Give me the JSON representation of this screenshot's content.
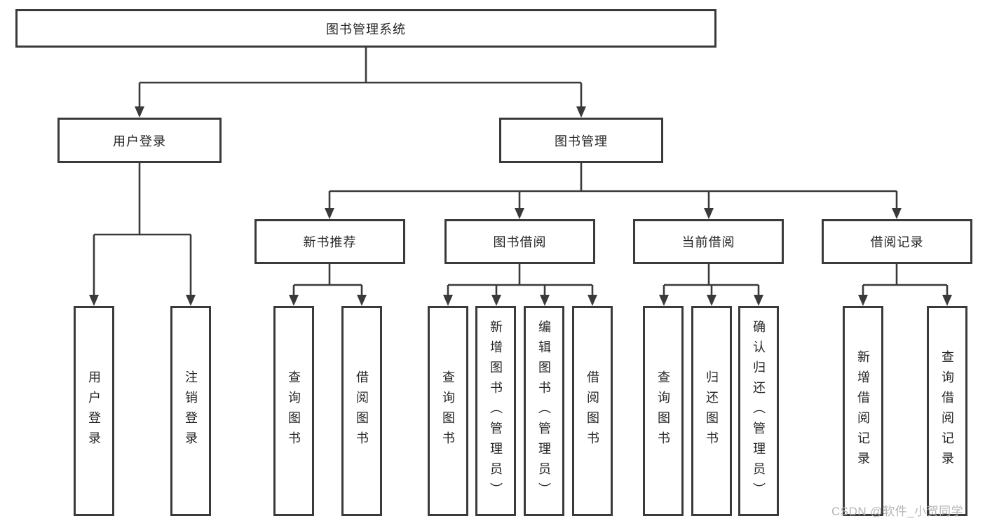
{
  "tree": {
    "root": {
      "label": "图书管理系统"
    },
    "children": [
      {
        "label": "用户登录",
        "children": [
          {
            "label": "用户登录"
          },
          {
            "label": "注销登录"
          }
        ]
      },
      {
        "label": "图书管理",
        "children": [
          {
            "label": "新书推荐",
            "children": [
              {
                "label": "查询图书"
              },
              {
                "label": "借阅图书"
              }
            ]
          },
          {
            "label": "图书借阅",
            "children": [
              {
                "label": "查询图书"
              },
              {
                "label": "新增图书（管理员）"
              },
              {
                "label": "编辑图书（管理员）"
              },
              {
                "label": "借阅图书"
              }
            ]
          },
          {
            "label": "当前借阅",
            "children": [
              {
                "label": "查询图书"
              },
              {
                "label": "归还图书"
              },
              {
                "label": "确认归还（管理员）"
              }
            ]
          },
          {
            "label": "借阅记录",
            "children": [
              {
                "label": "新增借阅记录"
              },
              {
                "label": "查询借阅记录"
              }
            ]
          }
        ]
      }
    ]
  },
  "watermark": {
    "text": "CSDN @软件_小贺同学"
  },
  "colors": {
    "line": "#3a3a3a",
    "text": "#262626",
    "watermark": "#b5b5b5",
    "background": "#ffffff"
  }
}
